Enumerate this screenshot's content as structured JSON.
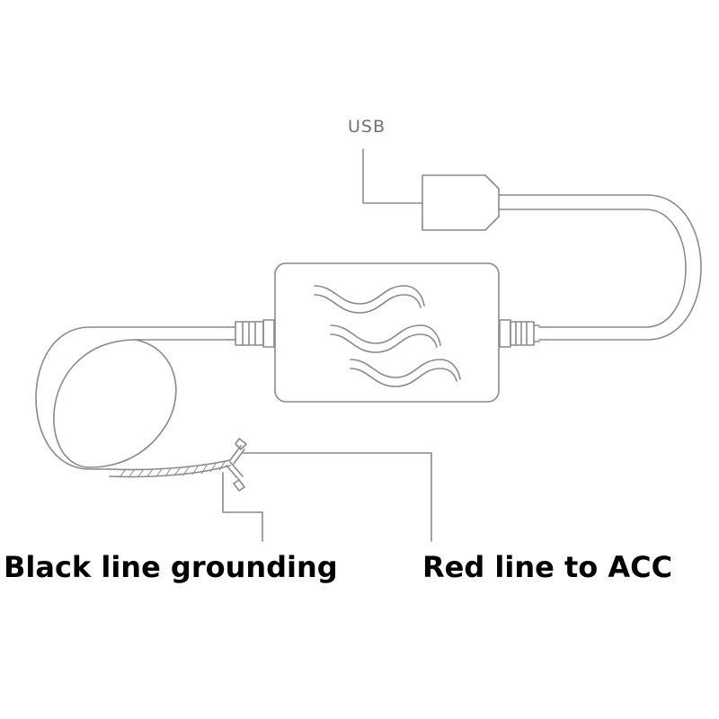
{
  "labels": {
    "usb": "USB",
    "black_line": "Black line grounding",
    "red_line": "Red line to ACC"
  },
  "colors": {
    "stroke": "#8a8a8a",
    "text_dark": "#000000",
    "text_label": "#707070"
  }
}
